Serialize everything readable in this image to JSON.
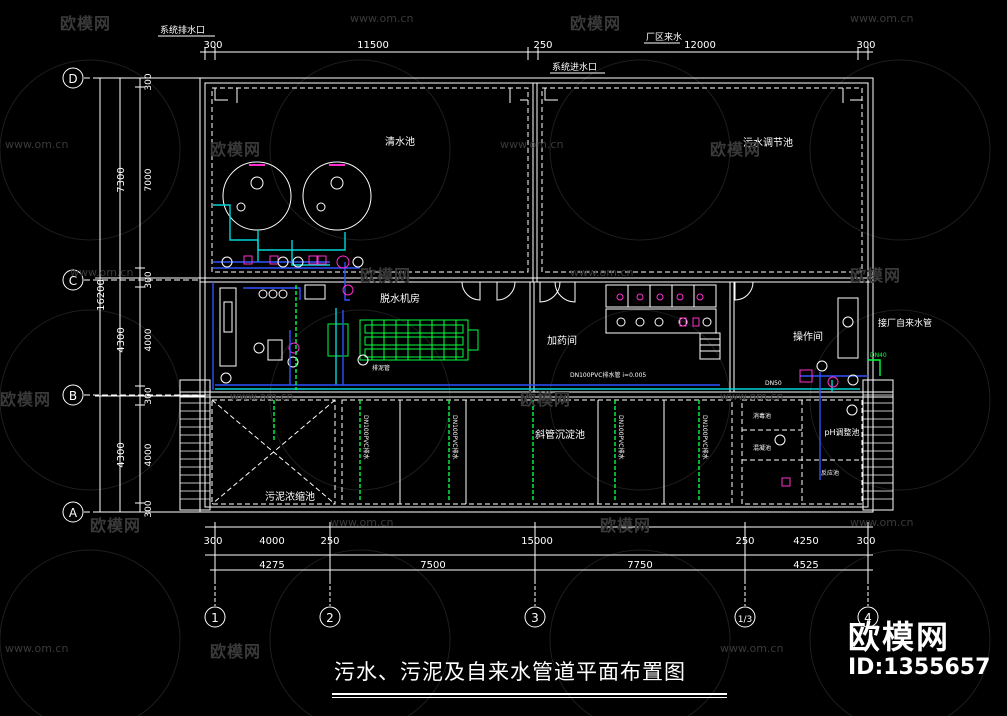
{
  "title": "污水、污泥及自来水管道平面布置图",
  "brand": {
    "name": "欧模网",
    "id": "ID:1355657"
  },
  "watermark": {
    "name": "欧模网",
    "url": "www.om.cn"
  },
  "dimensions_top": [
    "300",
    "11500",
    "250",
    "12000",
    "300"
  ],
  "dimensions_bottom_inner": [
    "300",
    "4000",
    "250",
    "15000",
    "250",
    "4250",
    "300"
  ],
  "dimensions_bottom_outer": [
    "4275",
    "7500",
    "7750",
    "4525"
  ],
  "dimensions_left_outer": [
    "16200"
  ],
  "dimensions_left_mid": [
    "7300",
    "4300",
    "4300"
  ],
  "dimensions_left_inner": [
    "300",
    "7000",
    "300",
    "4000",
    "300",
    "4000",
    "300"
  ],
  "axis_rows": [
    "D",
    "C",
    "B",
    "A"
  ],
  "axis_cols": [
    "1",
    "2",
    "3",
    "1/3",
    "4"
  ],
  "rooms": {
    "clear_pool": "清水池",
    "sewage_pool": "污水调节池",
    "dewater": "脱水机房",
    "dosing": "加药间",
    "operation": "操作间",
    "settling": "斜管沉淀池",
    "sludge": "污泥浓缩池",
    "ph_pool": "pH调整池",
    "pool_a": "消毒池",
    "pool_b": "混凝池",
    "pool_c": "反应池"
  },
  "labels": {
    "sys_outlet": "系统排水口",
    "sys_inlet": "系统进水口",
    "plant_water": "厂区来水",
    "to_plant": "接厂自来水管",
    "pipe_main": "DN100PVC排水管 i=0.005",
    "pipe_dn": "DN100PVC排水",
    "pipe_sludge": "DN50",
    "pipe_right": "DN40",
    "drain_note": "排泥管"
  },
  "colors": {
    "background": "#000000",
    "wall": "#ffffff",
    "dashed": "#ffffff",
    "pipe_blue": "#2f52ff",
    "pipe_cyan": "#00d6d6",
    "equip_green": "#00ff40",
    "magenta": "#ff2fd0",
    "dim_line": "#ffffff",
    "text": "#ffffff",
    "watermark": "#3a3a3a"
  }
}
